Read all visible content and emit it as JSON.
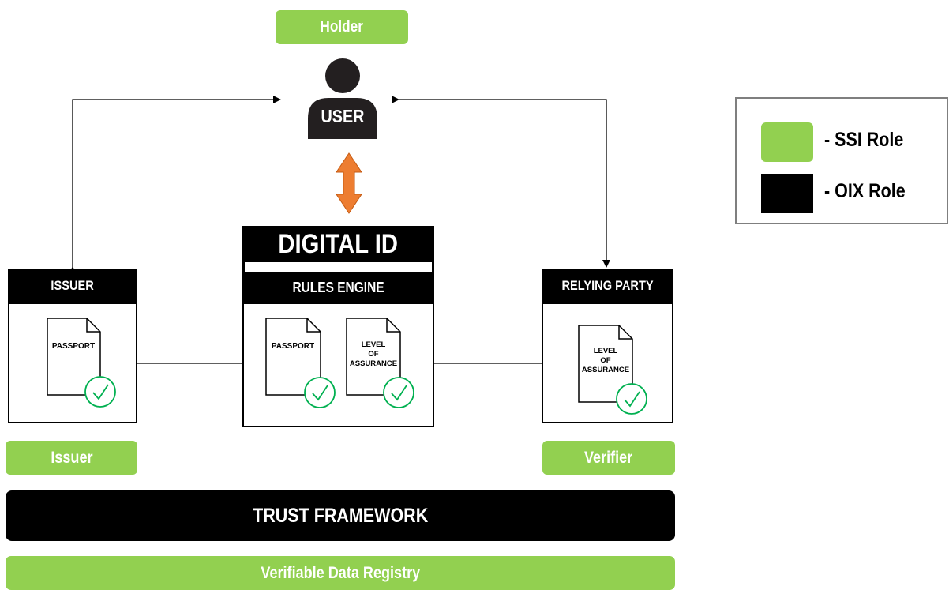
{
  "roles": {
    "holder": "Holder",
    "issuer": "Issuer",
    "verifier": "Verifier"
  },
  "user": {
    "label": "USER"
  },
  "digital_id": {
    "title": "DIGITAL ID",
    "rules_engine": "RULES ENGINE",
    "doc_passport": "PASSPORT",
    "doc_loa_line1": "LEVEL",
    "doc_loa_line2": "OF",
    "doc_loa_line3": "ASSURANCE"
  },
  "issuer_box": {
    "header": "ISSUER",
    "doc_label": "PASSPORT"
  },
  "relying_party_box": {
    "header": "RELYING PARTY",
    "doc_line1": "LEVEL",
    "doc_line2": "OF",
    "doc_line3": "ASSURANCE"
  },
  "trust_framework": "TRUST FRAMEWORK",
  "verifiable_data_registry": "Verifiable Data Registry",
  "legend": {
    "items": [
      {
        "label": "- SSI Role",
        "color": "#92d050"
      },
      {
        "label": "- OIX Role",
        "color": "#000000"
      }
    ]
  },
  "colors": {
    "ssi_green": "#92d050",
    "oix_black": "#000000",
    "exchange_arrow": "#ed7d31",
    "check_green": "#00b050"
  }
}
